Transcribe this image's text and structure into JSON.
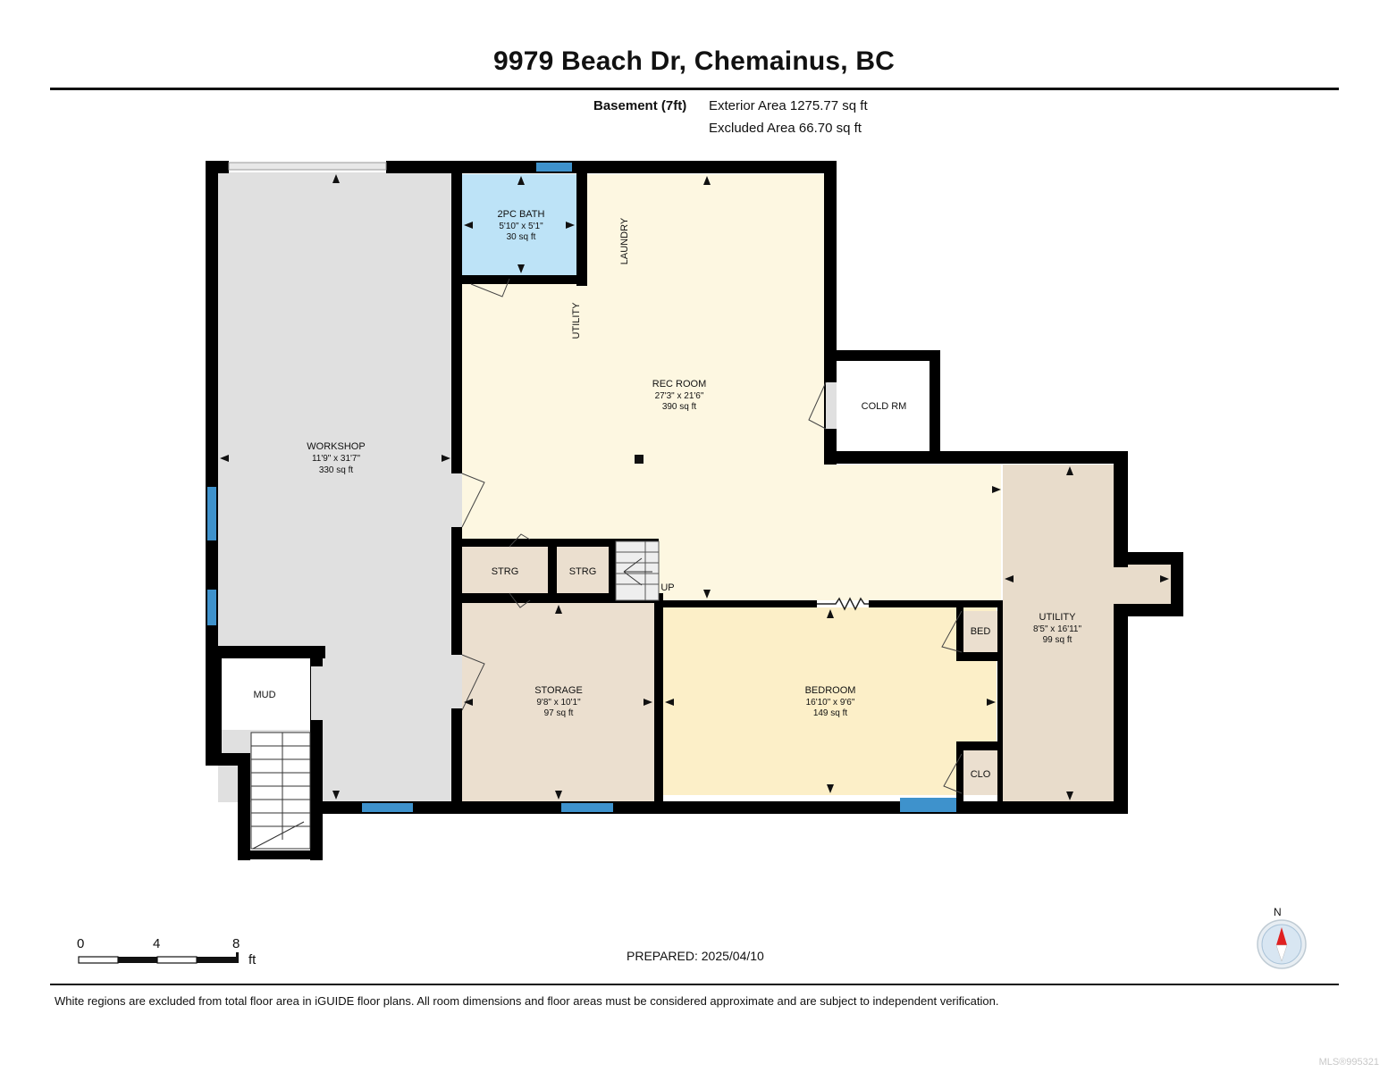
{
  "header": {
    "title": "9979 Beach Dr, Chemainus, BC",
    "floor_label": "Basement (7ft)",
    "exterior_area": "Exterior Area 1275.77 sq ft",
    "excluded_area": "Excluded Area 66.70 sq ft"
  },
  "rooms": {
    "workshop": {
      "name": "WORKSHOP",
      "dims": "11'9\" x 31'7\"",
      "area": "330 sq ft"
    },
    "bath": {
      "name": "2PC BATH",
      "dims": "5'10\" x 5'1\"",
      "area": "30 sq ft"
    },
    "rec": {
      "name": "REC ROOM",
      "dims": "27'3\" x 21'6\"",
      "area": "390 sq ft"
    },
    "storage": {
      "name": "STORAGE",
      "dims": "9'8\" x 10'1\"",
      "area": "97 sq ft"
    },
    "bedroom": {
      "name": "BEDROOM",
      "dims": "16'10\" x 9'6\"",
      "area": "149 sq ft"
    },
    "utility": {
      "name": "UTILITY",
      "dims": "8'5\" x 16'11\"",
      "area": "99 sq ft"
    },
    "cold": {
      "name": "COLD RM"
    },
    "strg1": {
      "name": "STRG"
    },
    "strg2": {
      "name": "STRG"
    },
    "mud": {
      "name": "MUD"
    },
    "bed_closet": {
      "name": "BED"
    },
    "clo": {
      "name": "CLO"
    }
  },
  "labels": {
    "laundry": "LAUNDRY",
    "utility_vertical": "UTILITY",
    "stairs_up": "UP"
  },
  "scale": {
    "tick0": "0",
    "tick4": "4",
    "tick8": "8",
    "unit": "ft"
  },
  "compass": {
    "north": "N"
  },
  "footer": {
    "prepared": "PREPARED: 2025/04/10",
    "disclaimer": "White regions are excluded from total floor area in iGUIDE floor plans. All room dimensions and floor areas must be considered approximate and are subject to independent verification.",
    "mls": "MLS®995321"
  },
  "colors": {
    "wall": "#000000",
    "workshop": "#e0e0e0",
    "bath": "#bde3f7",
    "rec": "#fdf7e1",
    "storage": "#ebdfcf",
    "bedroom": "#fcefc8",
    "utility": "#e8dccb",
    "window": "#3e92cc",
    "compass_red": "#e02020"
  }
}
